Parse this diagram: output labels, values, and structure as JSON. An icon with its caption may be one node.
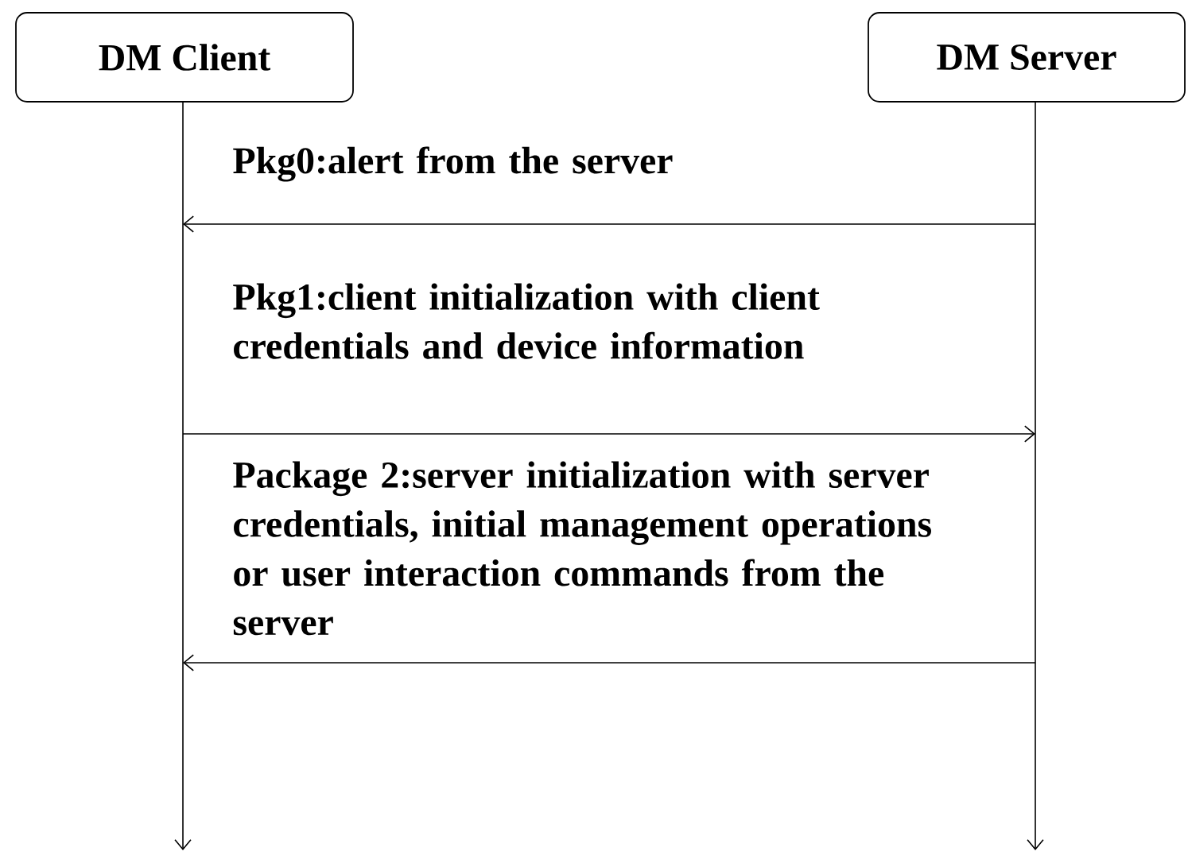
{
  "diagram": {
    "nodes": [
      {
        "text": [
          "DM Client"
        ]
      },
      {
        "text": [
          "DM Server"
        ]
      },
      {
        "text": [],
        "shape": "line"
      },
      {
        "text": [],
        "shape": "line"
      }
    ],
    "edges": [
      {
        "from": 3,
        "to": 2,
        "arrow": "to",
        "label": "Pkg0:alert from the server"
      },
      {
        "from": 2,
        "to": 3,
        "arrow": "to",
        "label": "Pkg1:client initialization with client credentials and device information"
      },
      {
        "from": 3,
        "to": 2,
        "arrow": "to",
        "label": "Package 2:server initialization with server credentials, initial management operations or user interaction commands from the server"
      }
    ]
  }
}
